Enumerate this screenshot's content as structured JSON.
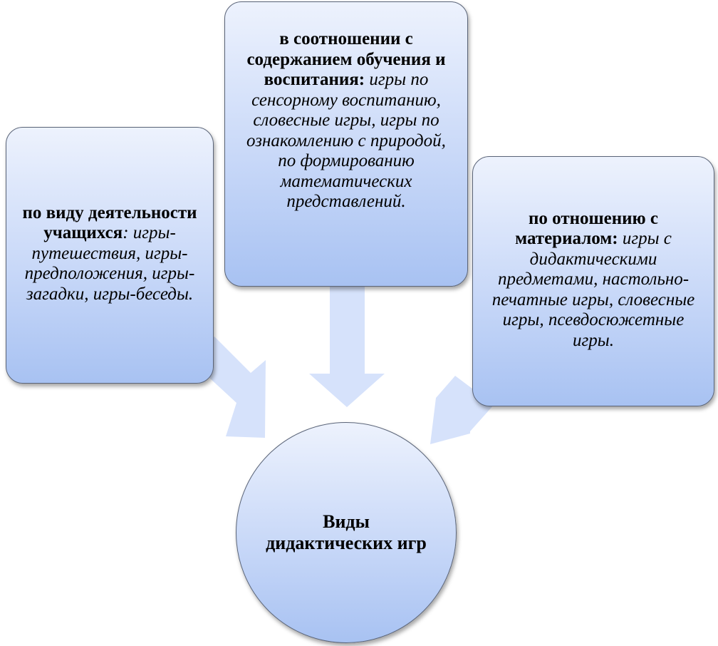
{
  "colors": {
    "box_top": "#edf2fd",
    "box_bottom": "#a8c2f2",
    "border": "#5a6478",
    "arrow": "#d6e2fb"
  },
  "nodes": {
    "left": {
      "bold": "по виду деятельности учащихся",
      "italic": ": игры-путешествия, игры-предположения, игры-загадки, игры-беседы."
    },
    "center": {
      "bold": "в соотношении с содержанием обучения и воспитания:",
      "italic": " игры по сенсорному воспитанию, словесные игры, игры по ознакомлению с природой, по формированию математических представлений."
    },
    "right": {
      "bold": "по отношению с материалом:",
      "italic": " игры с дидактическими предметами, настольно-печатные игры, словесные игры, псевдосюжетные игры."
    },
    "hub": {
      "label": "Виды дидактических игр"
    }
  },
  "edges": [
    {
      "from": "left",
      "to": "hub"
    },
    {
      "from": "center",
      "to": "hub"
    },
    {
      "from": "right",
      "to": "hub"
    }
  ]
}
